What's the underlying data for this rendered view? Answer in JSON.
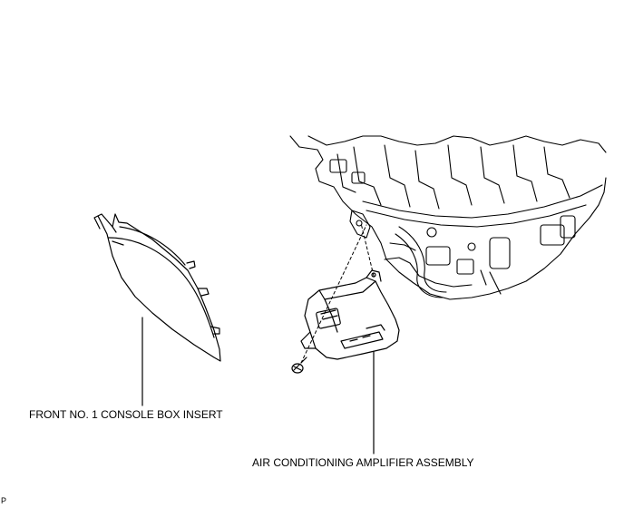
{
  "labels": {
    "console_insert": "FRONT NO. 1 CONSOLE BOX INSERT",
    "amplifier": "AIR CONDITIONING AMPLIFIER ASSEMBLY",
    "figure_code": "P"
  }
}
